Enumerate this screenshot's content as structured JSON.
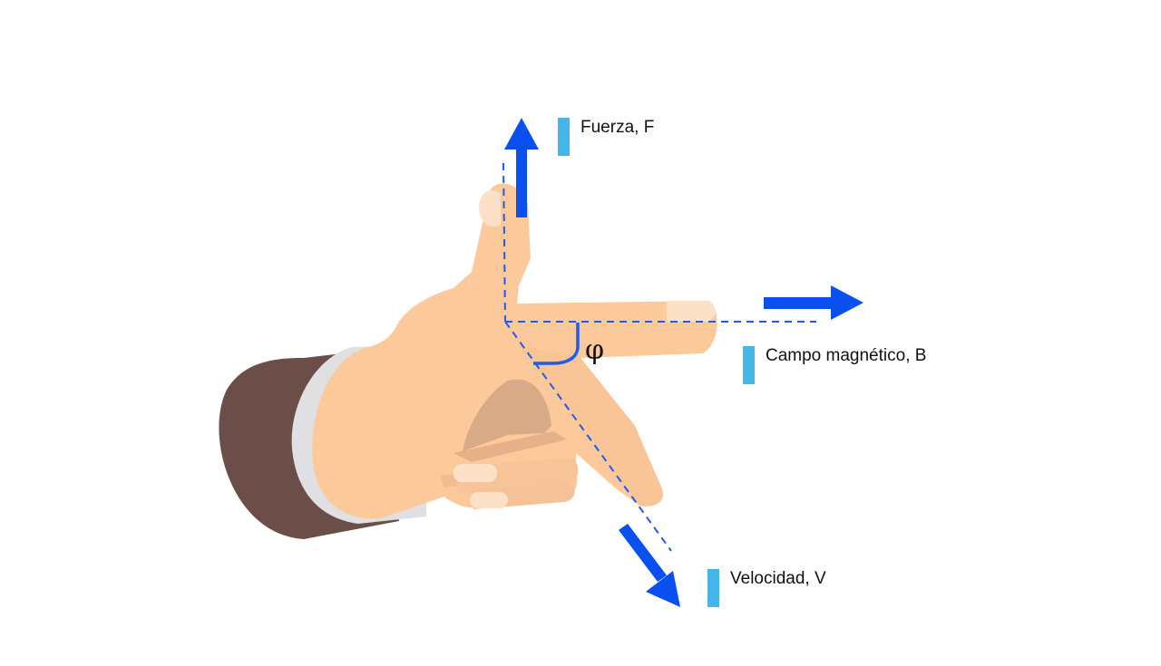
{
  "diagram": {
    "labels": {
      "force": "Fuerza, F",
      "field": "Campo magnético, B",
      "velocity": "Velocidad, V",
      "angle": "φ"
    },
    "colors": {
      "arrow": "#0a50f0",
      "dashed_axis": "#1f5bf2",
      "label_marker": "#45b6e8",
      "skin": "#fcc99a",
      "skin_shadow": "#e6b089",
      "nail": "#fde0c8",
      "sleeve": "#6b4e48",
      "cuff": "#e0dfe2"
    },
    "icons": [
      "force-arrow-icon",
      "magnetic-field-arrow-icon",
      "velocity-arrow-icon",
      "right-angle-icon"
    ]
  }
}
